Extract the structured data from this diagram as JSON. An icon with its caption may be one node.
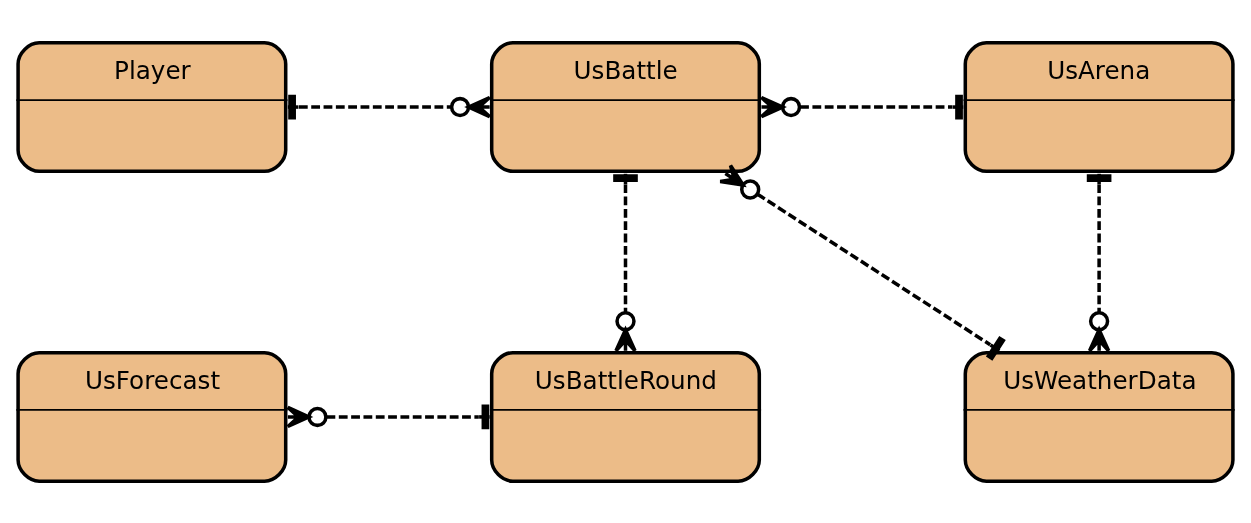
{
  "diagram": {
    "nodes": [
      {
        "text": [
          "Player"
        ]
      },
      {
        "text": [
          "UsBattle"
        ]
      },
      {
        "text": [
          "UsArena"
        ]
      },
      {
        "text": [
          "UsForecast"
        ]
      },
      {
        "text": [
          "UsBattleRound"
        ]
      },
      {
        "text": [
          "UsWeatherData"
        ]
      }
    ],
    "edges": [
      {
        "from": 0,
        "to": 1,
        "arrow": "other",
        "style": "dashed"
      },
      {
        "from": 1,
        "to": 2,
        "arrow": "other",
        "style": "dashed"
      },
      {
        "from": 1,
        "to": 4,
        "arrow": "other",
        "style": "dashed"
      },
      {
        "from": 1,
        "to": 5,
        "arrow": "other",
        "style": "dashed"
      },
      {
        "from": 2,
        "to": 5,
        "arrow": "other",
        "style": "dashed"
      },
      {
        "from": 3,
        "to": 4,
        "arrow": "other",
        "style": "dashed"
      }
    ]
  }
}
